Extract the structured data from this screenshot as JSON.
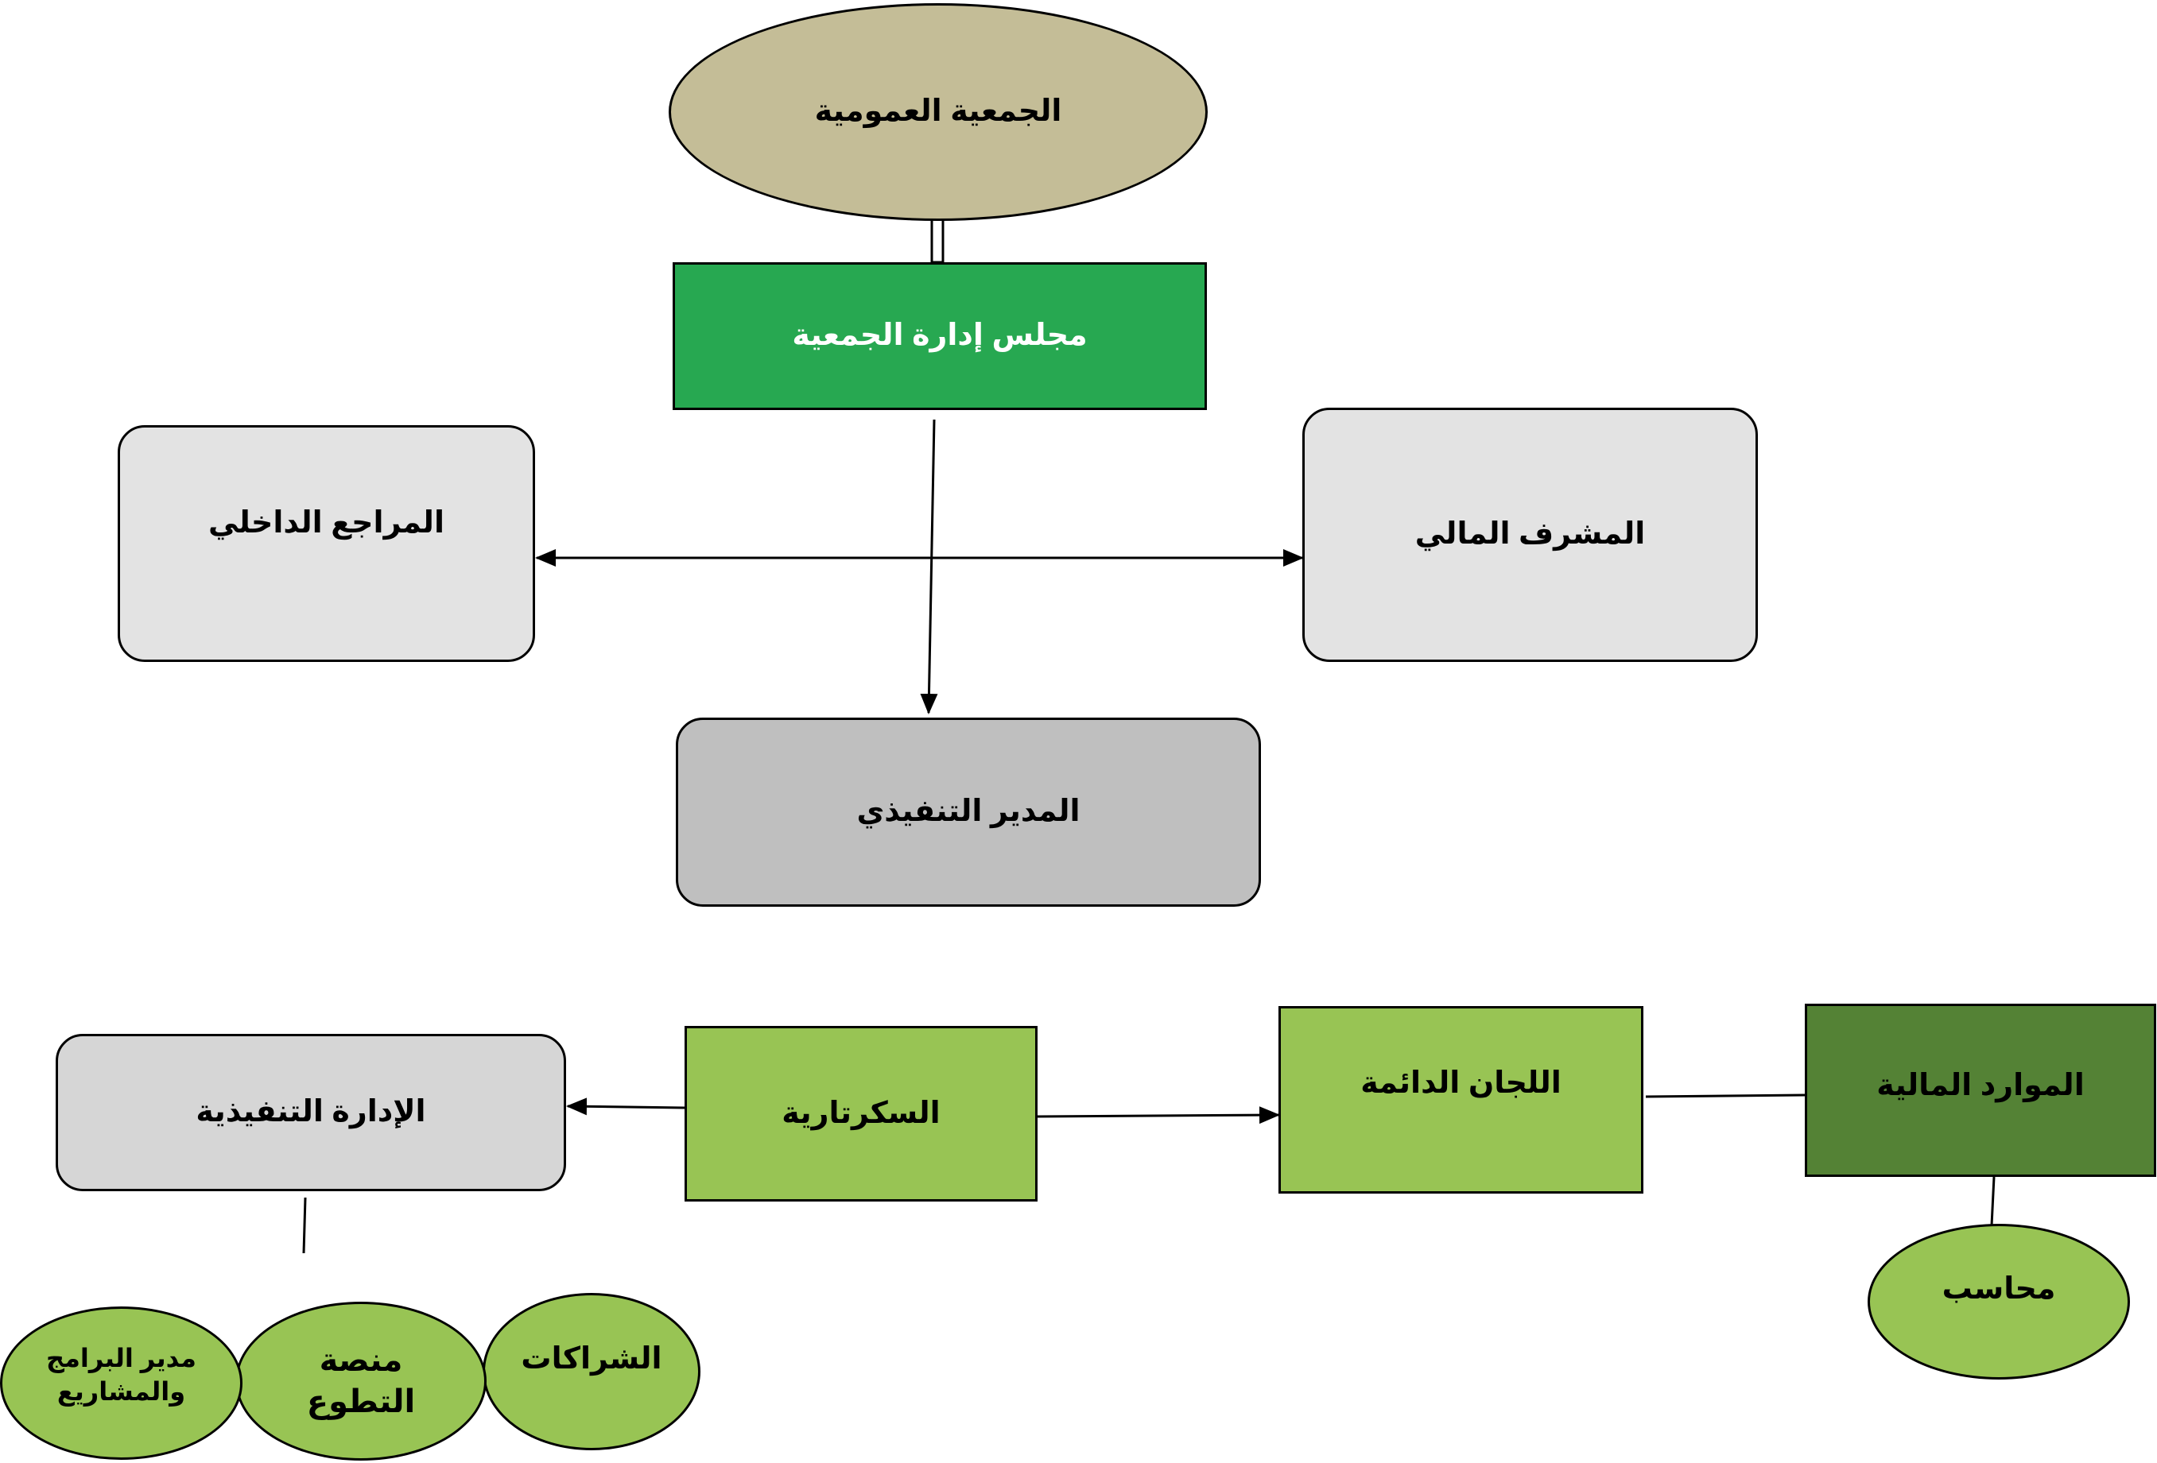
{
  "colors": {
    "tan": "#c4bd97",
    "green": "#27a851",
    "light_gray": "#e3e3e3",
    "mid_gray": "#bfbfbf",
    "executive_gray": "#d6d6d6",
    "light_green": "#98c454",
    "dark_green": "#548235",
    "white": "#ffffff",
    "line": "#000000"
  },
  "nodes": {
    "general_assembly": "الجمعية العمومية",
    "board": "مجلس إدارة الجمعية",
    "internal_auditor": "المراجع الداخلي",
    "financial_supervisor": "المشرف المالي",
    "executive_director": "المدير التنفيذي",
    "executive_management": "الإدارة التنفيذية",
    "secretariat": "السكرتارية",
    "standing_committees": "اللجان الدائمة",
    "financial_resources": "الموارد المالية",
    "accountant": "محاسب",
    "partnerships": "الشراكات",
    "volunteering_platform": "منصة التطوع",
    "programs_manager": "مدير البرامج والمشاريع"
  }
}
